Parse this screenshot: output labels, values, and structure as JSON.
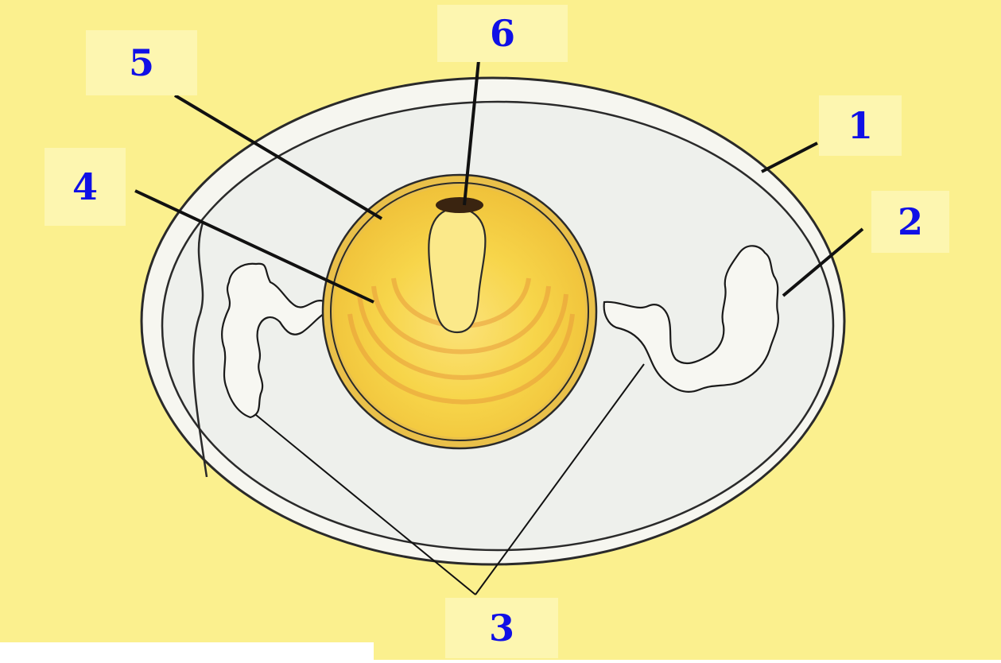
{
  "colors": {
    "background": "#fbf08e",
    "label_box": "#fdf6b0",
    "label_text": "#1010e6",
    "egg_white": "#eef0ec",
    "shell_outline": "#2a2a2a",
    "yolk": "#f5d23a",
    "yolk_ring": "#e8a838",
    "germinal_disc": "#3a2410",
    "leader_line": "#111111"
  },
  "labels": {
    "label_1": "1",
    "label_2": "2",
    "label_3": "3",
    "label_4": "4",
    "label_5": "5",
    "label_6": "6"
  }
}
